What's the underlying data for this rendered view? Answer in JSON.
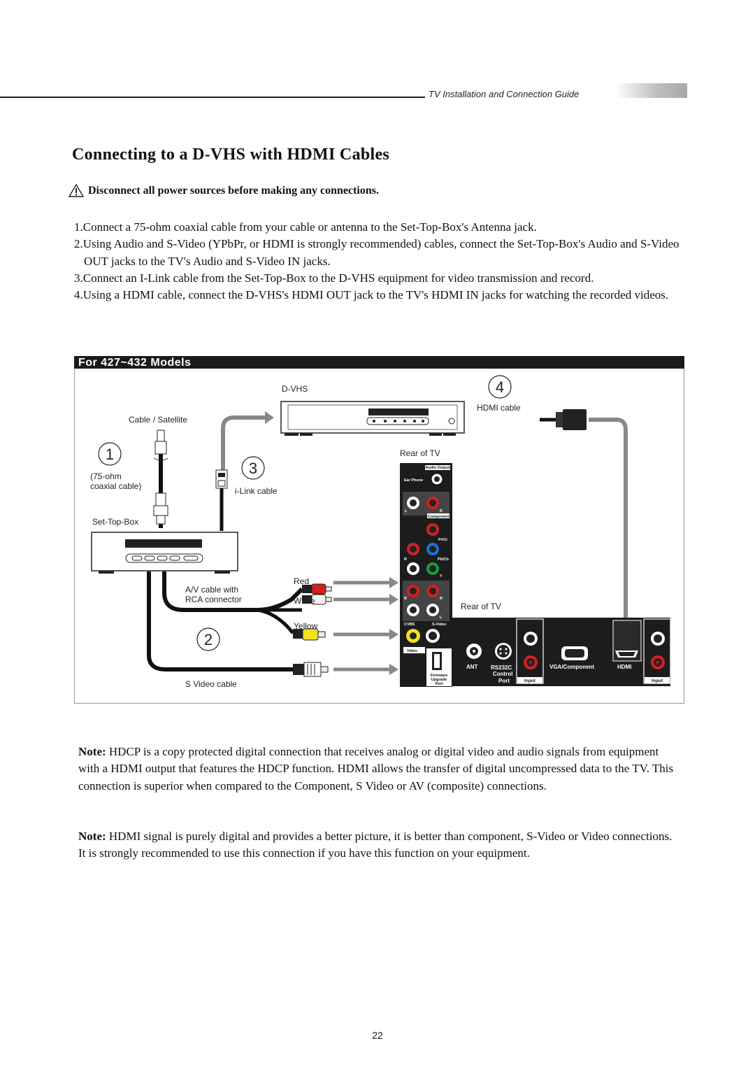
{
  "header": {
    "guide_title": "TV Installation and Connection Guide"
  },
  "title": "Connecting to a D-VHS with HDMI Cables",
  "warning": "Disconnect all power sources before making any connections.",
  "steps": [
    "1.Connect a 75-ohm coaxial cable from your cable or antenna to the Set-Top-Box's Antenna jack.",
    "2.Using Audio and S-Video (YPbPr, or HDMI is strongly recommended) cables, connect the Set-Top-Box's Audio and S-Video OUT jacks to the TV's Audio and S-Video IN jacks.",
    "3.Connect an I-Link cable from the Set-Top-Box to the D-VHS equipment for video transmission and record.",
    "4.Using a HDMI cable, connect the D-VHS's HDMI OUT jack to the TV's HDMI IN jacks for watching the recorded videos."
  ],
  "diagram": {
    "band_label": "For 427~432 Models",
    "labels": {
      "dvhs": "D-VHS",
      "hdmi_cable": "HDMI cable",
      "cable_satellite": "Cable / Satellite",
      "coax_1": "(75-ohm",
      "coax_2": "coaxial cable)",
      "ilink": "i-Link cable",
      "settopbox": "Set-Top-Box",
      "rear_tv_1": "Rear of TV",
      "rear_tv_2": "Rear of TV",
      "av_cable_1": "A/V cable with",
      "av_cable_2": "RCA connector",
      "red": "Red",
      "white": "White",
      "yellow": "Yellow",
      "svideo_cable": "S Video cable",
      "num1": "1",
      "num2": "2",
      "num3": "3",
      "num4": "4"
    },
    "panel": {
      "audio_output": "Audio Output",
      "ear_phone": "Ear Phone",
      "component": "Component",
      "prcr": "Pr/Cr",
      "pbcb": "Pb/Cb",
      "y": "Y",
      "r": "R",
      "l": "L",
      "cvbs": "CVBS",
      "svideo": "S-Video",
      "video": "Video",
      "fw1": "Firmware",
      "fw2": "Upgrade",
      "fw3": "Port",
      "ant": "ANT",
      "rs232c": "RS232C",
      "control": "Control",
      "port": "Port",
      "input": "Input",
      "vga": "VGA/Component",
      "hdmi": "HDMI",
      "input2": "Input"
    }
  },
  "notes": [
    {
      "label": "Note:",
      "text": " HDCP is a copy protected digital connection that receives analog or digital video and audio signals from equipment with a HDMI output that features the HDCP function. HDMI allows the transfer of digital uncompressed data to the TV. This connection is superior when compared to the Component, S Video or AV (composite) connections."
    },
    {
      "label": "Note:",
      "text": " HDMI signal is purely digital and provides a better picture, it is better than component, S-Video or Video connections. It is strongly recommended to use this connection if you have this function on your equipment."
    }
  ],
  "page_number": "22"
}
